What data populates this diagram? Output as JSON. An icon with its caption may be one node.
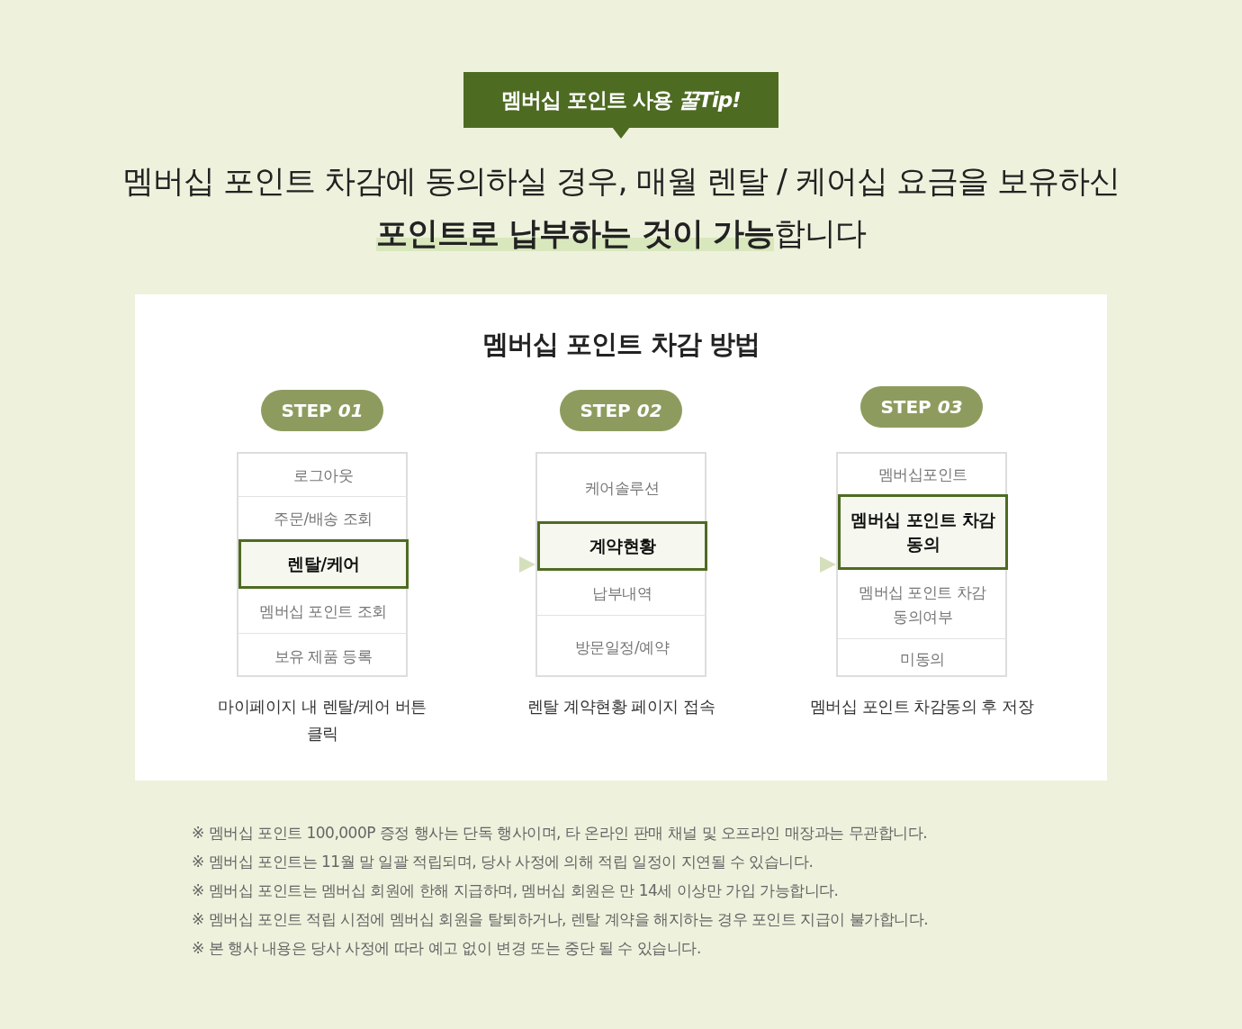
{
  "diagram": {
    "title": "멤버십 포인트 차감에 동의하실 경우, 매월 렌탈 / 케어십 요금을 보유하신 **포인트로 납부하는 것이 가능**합니다",
    "nodes": [
      {
        "text": [
          "멤버십 포인트 사용 *꿀Tip!*"
        ]
      },
      {
        "text": [
          "멤버십 포인트 차감 방법"
        ]
      },
      {
        "text": [
          "STEP *01*"
        ],
        "in": 1
      },
      {
        "text": [],
        "shape": "box",
        "in": 1,
        "beside": [
          "마이페이지 내 렌탈/케어 버튼 클릭"
        ]
      },
      {
        "text": [
          "로그아웃"
        ],
        "in": 3
      },
      {
        "text": [
          "주문/배송 조회"
        ],
        "in": 3
      },
      {
        "text": [
          "렌탈/케어"
        ],
        "in": 3
      },
      {
        "text": [
          "멤버십 포인트 조회"
        ],
        "in": 3
      },
      {
        "text": [
          "보유 제품 등록"
        ],
        "in": 3
      },
      {
        "text": [
          "STEP *02*"
        ],
        "in": 1
      },
      {
        "text": [],
        "shape": "box",
        "in": 1,
        "beside": [
          "렌탈 계약현황 페이지 접속"
        ]
      },
      {
        "text": [
          "케어솔루션"
        ],
        "in": 10
      },
      {
        "text": [
          "계약현황"
        ],
        "in": 10
      },
      {
        "text": [
          "납부내역"
        ],
        "in": 10
      },
      {
        "text": [
          "방문일정/예약"
        ],
        "in": 10
      },
      {
        "text": [
          "STEP *03*"
        ],
        "in": 1
      },
      {
        "text": [],
        "shape": "box",
        "in": 1,
        "beside": [
          "멤버십 포인트 차감동의 후 저장"
        ]
      },
      {
        "text": [
          "멤버십포인트"
        ],
        "in": 16
      },
      {
        "text": [
          "멤버십 포인트 차감 동의"
        ],
        "in": 16
      },
      {
        "text": [
          "멤버십 포인트 차감 동의여부"
        ],
        "in": 16
      },
      {
        "text": [
          "미동의"
        ],
        "in": 16
      }
    ],
    "edges": [
      {
        "from": 3,
        "to": 10,
        "arrow": "to"
      },
      {
        "from": 10,
        "to": 16,
        "arrow": "to"
      }
    ],
    "labels": [
      "※ 멤버십 포인트 100,000P 증정 행사는 단독 행사이며, 타 온라인 판매 채널 및 오프라인 매장과는 무관합니다.",
      "※ 멤버십 포인트는 11월 말 일괄 적립되며, 당사 사정에 의해 적립 일정이 지연될 수 있습니다.",
      "※ 멤버십 포인트는 멤버십 회원에 한해 지급하며, 멤버십 회원은 만 14세 이상만 가입 가능합니다.",
      "※ 멤버십 포인트 적립 시점에 멤버십 회원을 탈퇴하거나, 렌탈 계약을 해지하는 경우 포인트 지급이 불가합니다.",
      "※ 본 행사 내용은 당사 사정에 따라 예고 없이 변경 또는 중단 될 수 있습니다."
    ]
  }
}
